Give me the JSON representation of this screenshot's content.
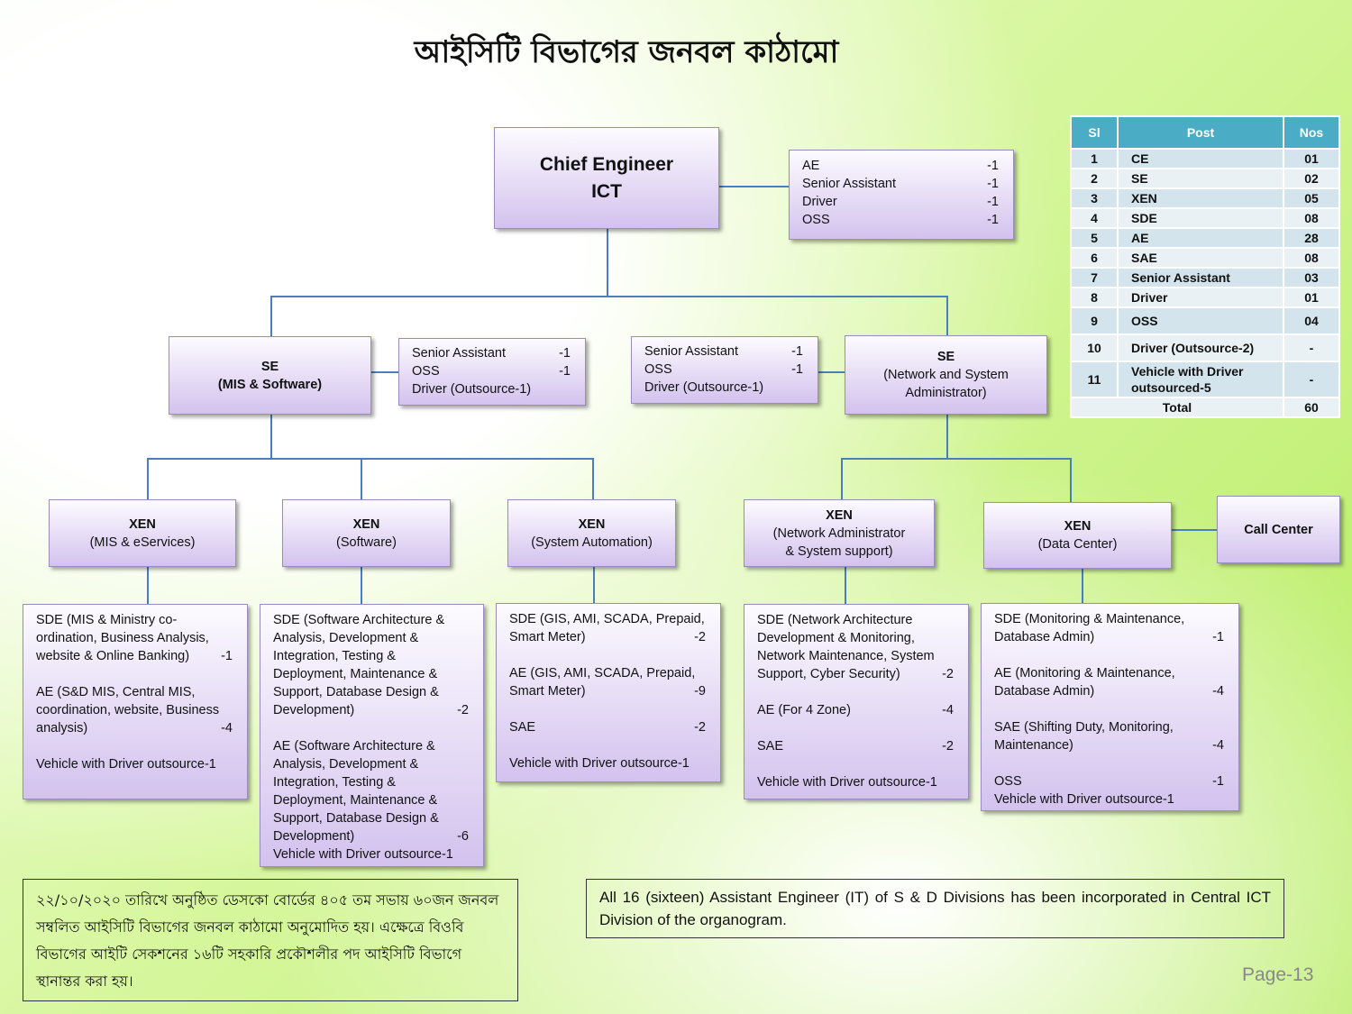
{
  "title": "আইসিটি বিভাগের জনবল কাঠামো",
  "ce": {
    "l1": "Chief Engineer",
    "l2": "ICT"
  },
  "boxes": {
    "ce_staff": [
      {
        "t": "AE",
        "v": "-1"
      },
      {
        "t": "Senior Assistant",
        "v": "-1"
      },
      {
        "t": "Driver",
        "v": "-1"
      },
      {
        "t": "OSS",
        "v": "-1"
      }
    ],
    "se1_staff": [
      {
        "t": "Senior Assistant",
        "v": "-1"
      },
      {
        "t": "OSS",
        "v": "-1"
      },
      {
        "t": "Driver (Outsource-1)",
        "v": ""
      }
    ],
    "se2_staff": [
      {
        "t": "Senior Assistant",
        "v": "-1"
      },
      {
        "t": "OSS",
        "v": "-1"
      },
      {
        "t": "Driver (Outsource-1)",
        "v": ""
      }
    ],
    "d1": [
      {
        "t": "SDE (MIS & Ministry co-"
      },
      {
        "t": "ordination, Business Analysis,"
      },
      {
        "t": "website & Online Banking)",
        "v": "-1"
      },
      {
        "t": ""
      },
      {
        "t": "AE (S&D MIS, Central MIS,"
      },
      {
        "t": "coordination, website, Business"
      },
      {
        "t": "analysis)",
        "v": "-4"
      },
      {
        "t": ""
      },
      {
        "t": "Vehicle with Driver outsource-1"
      }
    ],
    "d2": [
      {
        "t": "SDE (Software Architecture &"
      },
      {
        "t": "Analysis, Development &"
      },
      {
        "t": "Integration, Testing &"
      },
      {
        "t": "Deployment, Maintenance &"
      },
      {
        "t": "Support, Database Design &"
      },
      {
        "t": "Development)",
        "v": "-2"
      },
      {
        "t": ""
      },
      {
        "t": "AE (Software Architecture &"
      },
      {
        "t": "Analysis, Development &"
      },
      {
        "t": "Integration, Testing &"
      },
      {
        "t": "Deployment, Maintenance &"
      },
      {
        "t": "Support, Database Design &"
      },
      {
        "t": "Development)",
        "v": "-6"
      },
      {
        "t": "Vehicle with Driver outsource-1"
      }
    ],
    "d3": [
      {
        "t": "SDE (GIS, AMI, SCADA, Prepaid,"
      },
      {
        "t": "Smart Meter)",
        "v": "-2"
      },
      {
        "t": ""
      },
      {
        "t": "AE (GIS, AMI, SCADA, Prepaid,"
      },
      {
        "t": "Smart Meter)",
        "v": "-9"
      },
      {
        "t": ""
      },
      {
        "t": "SAE",
        "v": "-2"
      },
      {
        "t": ""
      },
      {
        "t": "Vehicle with Driver outsource-1"
      }
    ],
    "d4": [
      {
        "t": "SDE (Network Architecture"
      },
      {
        "t": "Development & Monitoring,"
      },
      {
        "t": "Network Maintenance, System"
      },
      {
        "t": "Support, Cyber Security)",
        "v": "-2"
      },
      {
        "t": ""
      },
      {
        "t": "AE (For 4 Zone)",
        "v": "-4"
      },
      {
        "t": ""
      },
      {
        "t": "SAE",
        "v": "-2"
      },
      {
        "t": ""
      },
      {
        "t": "Vehicle with Driver outsource-1"
      }
    ],
    "d5": [
      {
        "t": "SDE (Monitoring & Maintenance,"
      },
      {
        "t": "Database Admin)",
        "v": "-1"
      },
      {
        "t": ""
      },
      {
        "t": "AE (Monitoring & Maintenance,"
      },
      {
        "t": "Database Admin)",
        "v": "-4"
      },
      {
        "t": ""
      },
      {
        "t": "SAE (Shifting Duty, Monitoring,"
      },
      {
        "t": " Maintenance)",
        "v": "-4"
      },
      {
        "t": ""
      },
      {
        "t": "OSS",
        "v": "-1"
      },
      {
        "t": "Vehicle with Driver outsource-1"
      }
    ]
  },
  "se1": {
    "l1": "SE",
    "l2": "(MIS & Software)"
  },
  "se2": {
    "l1": "SE",
    "l2": "(Network and System",
    "l3": "Administrator)"
  },
  "xen": [
    {
      "l1": "XEN",
      "l2": "(MIS & eServices)"
    },
    {
      "l1": "XEN",
      "l2": "(Software)"
    },
    {
      "l1": "XEN",
      "l2": "(System Automation)"
    },
    {
      "l1": "XEN",
      "l2": "(Network Administrator",
      "l3": "& System support)"
    },
    {
      "l1": "XEN",
      "l2": "(Data Center)"
    }
  ],
  "call_center": "Call Center",
  "table": {
    "headers": [
      "Sl",
      "Post",
      "Nos"
    ],
    "rows": [
      [
        "1",
        "CE",
        "01"
      ],
      [
        "2",
        "SE",
        "02"
      ],
      [
        "3",
        "XEN",
        "05"
      ],
      [
        "4",
        "SDE",
        "08"
      ],
      [
        "5",
        "AE",
        "28"
      ],
      [
        "6",
        "SAE",
        "08"
      ],
      [
        "7",
        "Senior Assistant",
        "03"
      ],
      [
        "8",
        "Driver",
        "01"
      ],
      [
        "9",
        "OSS",
        "04"
      ],
      [
        "10",
        "Driver (Outsource-2)",
        "-"
      ],
      [
        "11",
        "Vehicle with Driver outsourced-5",
        "-"
      ]
    ],
    "total_label": "Total",
    "total": "60"
  },
  "note_bn": "২২/১০/২০২০ তারিখে অনুষ্ঠিত ডেসকো বোর্ডের ৪০৫ তম সভায় ৬০জন জনবল সম্বলিত আইসিটি বিভাগের জনবল কাঠামো অনুমোদিত হয়। এক্ষেত্রে বিওবি বিভাগের আইটি সেকশনের ১৬টি সহকারি প্রকৌশলীর পদ আইসিটি বিভাগে স্থানান্তর করা হয়।",
  "note_en": "All 16 (sixteen) Assistant Engineer (IT) of S & D Divisions has been incorporated in Central ICT Division of the organogram.",
  "page": "Page-13"
}
